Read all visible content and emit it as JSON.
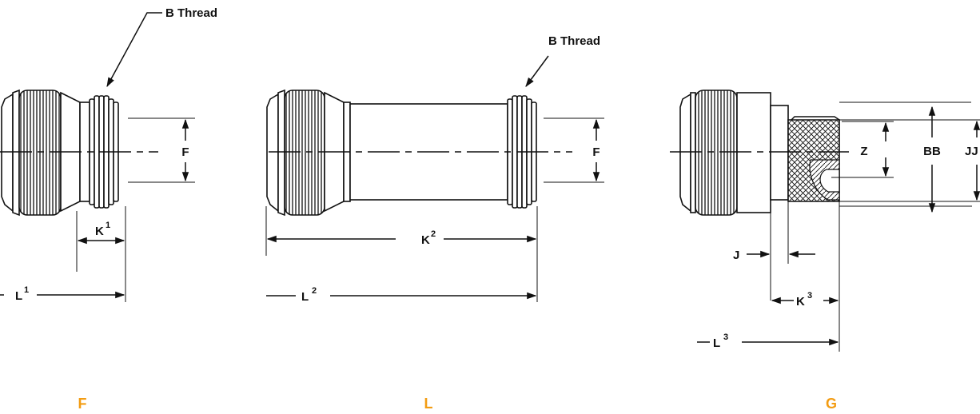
{
  "colors": {
    "ink": "#111111",
    "caption": "#f39c12"
  },
  "views": [
    {
      "caption": "F",
      "thread_label": "B Thread",
      "dim_f": "F",
      "dim_k": "K",
      "dim_k_sup": "1",
      "dim_l": "L",
      "dim_l_sup": "1"
    },
    {
      "caption": "L",
      "thread_label": "B Thread",
      "dim_f": "F",
      "dim_k": "K",
      "dim_k_sup": "2",
      "dim_l": "L",
      "dim_l_sup": "2"
    },
    {
      "caption": "G",
      "dim_z": "Z",
      "dim_bb": "BB",
      "dim_jj": "JJ",
      "dim_j": "J",
      "dim_k": "K",
      "dim_k_sup": "3",
      "dim_l": "L",
      "dim_l_sup": "3"
    }
  ]
}
